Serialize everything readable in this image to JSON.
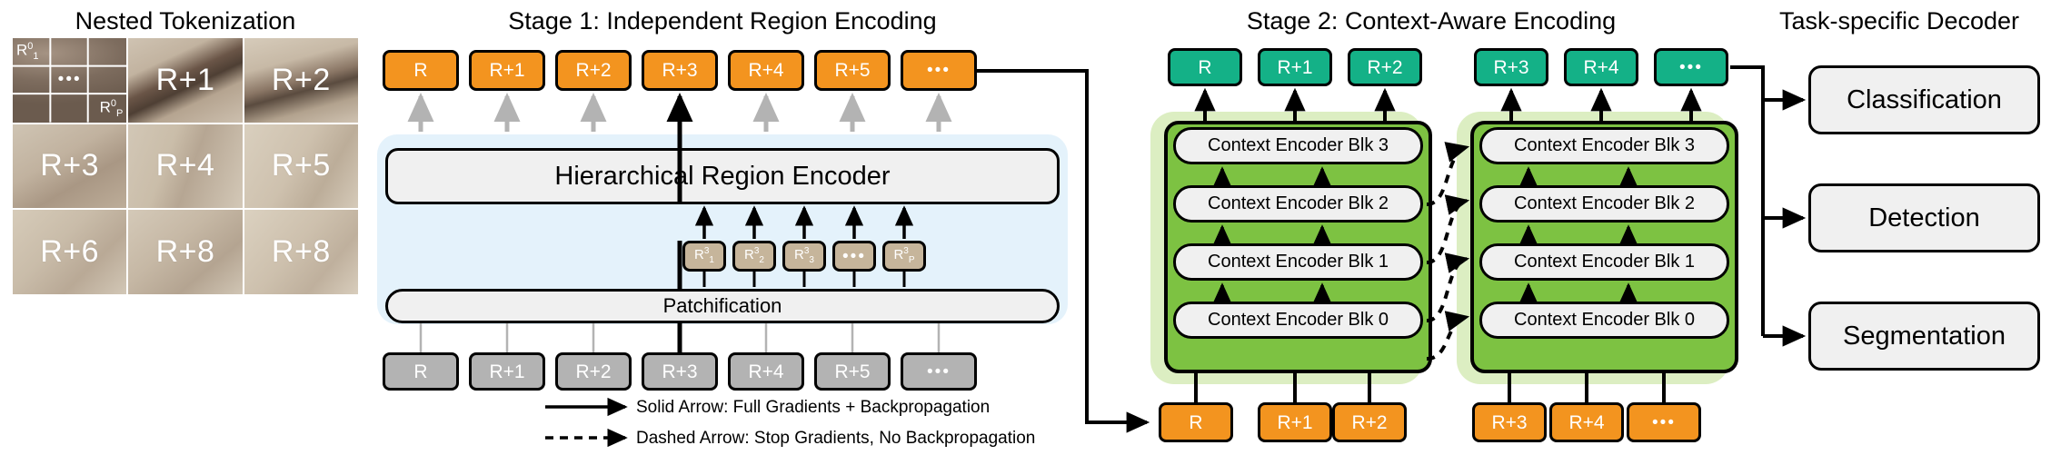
{
  "panels": {
    "tokenization": {
      "title": "Nested Tokenization"
    },
    "stage1": {
      "title": "Stage 1: Independent Region Encoding"
    },
    "stage2": {
      "title": "Stage 2: Context-Aware Encoding"
    },
    "decoder": {
      "title": "Task-specific Decoder"
    }
  },
  "tokenization": {
    "cells": [
      {
        "label": "",
        "nested": true
      },
      {
        "label": "R+1",
        "nested": false
      },
      {
        "label": "R+2",
        "nested": false
      },
      {
        "label": "R+3",
        "nested": false
      },
      {
        "label": "R+4",
        "nested": false
      },
      {
        "label": "R+5",
        "nested": false
      },
      {
        "label": "R+6",
        "nested": false
      },
      {
        "label": "R+8",
        "nested": false
      },
      {
        "label": "R+8",
        "nested": false
      }
    ],
    "sub_first": "R",
    "sub_first_sup": "0",
    "sub_first_sub": "1",
    "sub_last": "R",
    "sub_last_sup": "0",
    "sub_last_sub": "P",
    "sub_dots": "•••"
  },
  "stage1": {
    "output_tokens": [
      "R",
      "R+1",
      "R+2",
      "R+3",
      "R+4",
      "R+5",
      "•••"
    ],
    "encoder_label": "Hierarchical Region Encoder",
    "patch_tokens": [
      {
        "base": "R",
        "sup": "3",
        "sub": "1"
      },
      {
        "base": "R",
        "sup": "3",
        "sub": "2"
      },
      {
        "base": "R",
        "sup": "3",
        "sub": "3"
      },
      {
        "base": "•••",
        "sup": "",
        "sub": ""
      },
      {
        "base": "R",
        "sup": "3",
        "sub": "P"
      }
    ],
    "patchification_label": "Patchification",
    "input_tokens": [
      "R",
      "R+1",
      "R+2",
      "R+3",
      "R+4",
      "R+5",
      "•••"
    ]
  },
  "stage2": {
    "groups": [
      {
        "output_tokens": [
          "R",
          "R+1",
          "R+2"
        ],
        "blocks": [
          "Context Encoder Blk 3",
          "Context Encoder Blk 2",
          "Context Encoder Blk 1",
          "Context Encoder Blk 0"
        ],
        "input_tokens": [
          "R",
          "R+1",
          "R+2"
        ]
      },
      {
        "output_tokens": [
          "R+3",
          "R+4",
          "•••"
        ],
        "blocks": [
          "Context Encoder Blk 3",
          "Context Encoder Blk 2",
          "Context Encoder Blk 1",
          "Context Encoder Blk 0"
        ],
        "input_tokens": [
          "R+3",
          "R+4",
          "•••"
        ]
      }
    ]
  },
  "decoder": {
    "tasks": [
      "Classification",
      "Detection",
      "Segmentation"
    ]
  },
  "legend": {
    "solid": "Solid Arrow: Full Gradients + Backpropagation",
    "dashed": "Dashed Arrow: Stop Gradients, No Backpropagation"
  },
  "colors": {
    "orange": "#F3941F",
    "gray": "#B3B3B3",
    "teal": "#14B187",
    "tan": "#C6B59B",
    "green_stack": "#7DC242",
    "green_bg": "#DCEEC2",
    "blue_bg": "#E4F2FB",
    "box_fill": "#F0F0F0"
  }
}
